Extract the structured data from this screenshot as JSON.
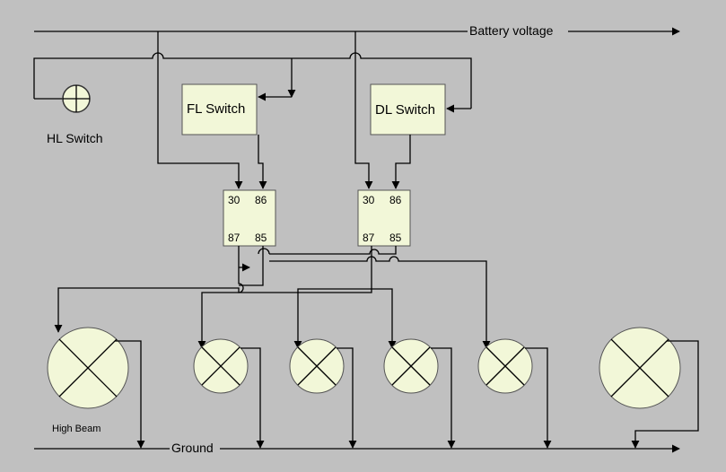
{
  "rails": {
    "battery_label": "Battery voltage",
    "ground_label": "Ground"
  },
  "components": {
    "hl_switch_label": "HL Switch",
    "fl_switch_label": "FL Switch",
    "dl_switch_label": "DL Switch",
    "high_beam_label": "High Beam"
  },
  "relays": [
    {
      "pin30": "30",
      "pin86": "86",
      "pin87": "87",
      "pin85": "85"
    },
    {
      "pin30": "30",
      "pin86": "86",
      "pin87": "87",
      "pin85": "85"
    }
  ]
}
